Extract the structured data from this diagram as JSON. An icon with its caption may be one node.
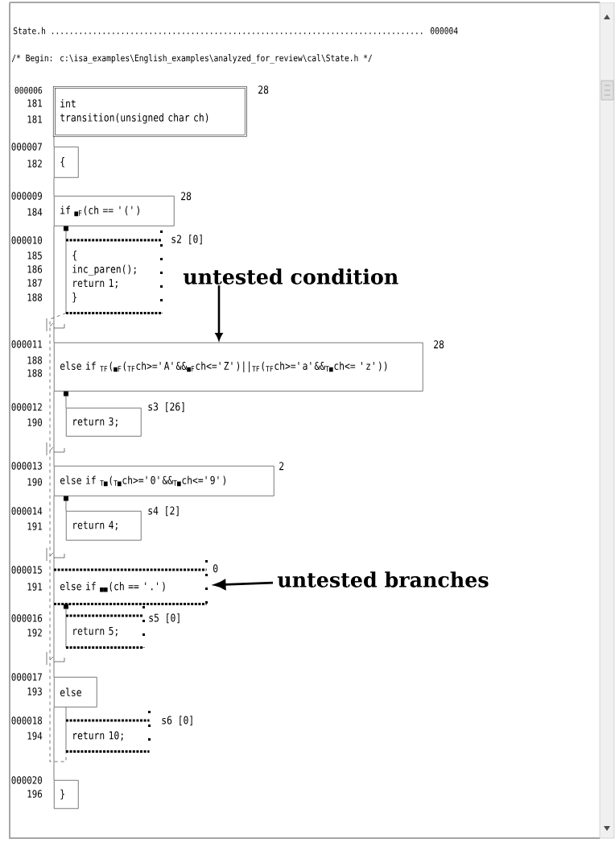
{
  "diagram": {
    "nodes": [
      {
        "text": [
          "int",
          "transition(unsigned char ch)"
        ],
        "beside": [
          "28"
        ]
      },
      {
        "text": [
          "{"
        ]
      },
      {
        "text": [
          "if $_{■F}$(ch == '(')"
        ],
        "beside": [
          "28"
        ]
      },
      {
        "text": [
          "{",
          "inc_paren();",
          "return 1;",
          "}"
        ],
        "beside": [
          "s2 [0]"
        ]
      },
      {
        "text": [
          "else if $_{TF}$($_{■F}$($_{TF}$ch>='A'&&$_{■F}$ch<='Z')||$_{TF}$($_{TF}$ch>='a'&&$_{T■}$ch<= 'z'))"
        ],
        "beside": [
          "28"
        ]
      },
      {
        "text": [
          "return 3;"
        ],
        "beside": [
          "s3 [26]"
        ]
      },
      {
        "text": [
          "else if $_{T■}$($_{T■}$ch>='0'&&$_{T■}$ch<='9')"
        ],
        "beside": [
          "2"
        ]
      },
      {
        "text": [
          "return 4;"
        ],
        "beside": [
          "s4 [2]"
        ]
      },
      {
        "text": [
          "else if $_{■■}$(ch == '.')"
        ],
        "beside": [
          "0"
        ]
      },
      {
        "text": [
          "return 5;"
        ],
        "beside": [
          "s5 [0]"
        ]
      },
      {
        "text": [
          "else"
        ]
      },
      {
        "text": [
          "return 10;"
        ],
        "beside": [
          "s6 [0]"
        ]
      },
      {
        "text": [
          "}"
        ]
      },
      {
        "text": [
          "untested condition"
        ]
      },
      {
        "text": [
          "untested branches"
        ]
      }
    ],
    "edges": [
      {
        "from": 0,
        "to": 1,
        "arrow": "none"
      },
      {
        "from": 1,
        "to": 2,
        "arrow": "none"
      },
      {
        "from": 2,
        "to": 3,
        "arrow": "other"
      },
      {
        "from": 2,
        "to": 4,
        "arrow": "none"
      },
      {
        "from": 4,
        "to": 5,
        "arrow": "other"
      },
      {
        "from": 4,
        "to": 6,
        "arrow": "none"
      },
      {
        "from": 6,
        "to": 7,
        "arrow": "other"
      },
      {
        "from": 6,
        "to": 8,
        "arrow": "none"
      },
      {
        "from": 8,
        "to": 9,
        "arrow": "other"
      },
      {
        "from": 8,
        "to": 10,
        "arrow": "none"
      },
      {
        "from": 10,
        "to": 11,
        "arrow": "none"
      },
      {
        "from": 10,
        "to": 12,
        "arrow": "none"
      },
      {
        "from": 13,
        "to": 4,
        "arrow": "to",
        "style": "thick"
      },
      {
        "from": 14,
        "to": 8,
        "arrow": "to",
        "style": "thick"
      },
      {
        "from": 3,
        "to": 11,
        "arrow": "none",
        "style": "dashed"
      }
    ],
    "labels": [
      "State.h ................................................................................ 000004",
      "/* Begin: c:\\isa_examples\\English_examples\\analyzed_for_review\\cal\\State.h */",
      "000006",
      "181",
      "181",
      "000007",
      "182",
      "000009",
      "184",
      "000010",
      "185",
      "186",
      "187",
      "188",
      "000011",
      "188",
      "188",
      "000012",
      "190",
      "000013",
      "190",
      "000014",
      "191",
      "000015",
      "191",
      "000016",
      "192",
      "000017",
      "193",
      "000018",
      "194",
      "000020",
      "196"
    ]
  }
}
